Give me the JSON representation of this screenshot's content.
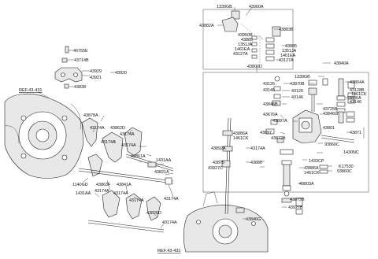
{
  "labels": {
    "l1339GB_a": "1339GB",
    "l43900A": "43900A",
    "l43882A": "43882A",
    "l43883B": "43883B",
    "l43950B": "43950B",
    "l43885_a": "43885",
    "l43885_b": "43885",
    "l1351JA_a": "1351JA",
    "l1351JA_b": "1351JA",
    "l1461EA_a": "1461EA",
    "l1461EA_b": "1461EA",
    "l43127A_a": "43127A",
    "l43127A_b": "43127A",
    "l43800D": "43800D",
    "l46755E": "46755E",
    "l43714B": "43714B",
    "l43929": "43929",
    "l43921": "43921",
    "l43920": "43920",
    "l43838": "43838",
    "l43840A": "43840A",
    "l1339GB_b": "1339GB",
    "l43804A": "43804A",
    "l43870B": "43870B",
    "l43126_a": "43126",
    "l43126_b": "43126",
    "l43146_a": "43146",
    "l43146_b": "43146",
    "l43146_c": "43146",
    "l43128B": "43128B",
    "l1461CK_a": "1461CK",
    "l43886A_a": "43886A",
    "l43725B": "43725B",
    "l43846G_a": "43846G",
    "l43846B": "43846B",
    "l43676A": "43676A",
    "l43897A": "43897A",
    "l43801": "43801",
    "l43871": "43871",
    "l43897": "43897",
    "l43886A_b": "43886A",
    "l1461CK_b": "1461CK",
    "l43872B": "43872B",
    "l93860C_a": "93860C",
    "l1430NC": "1430NC",
    "l43892A": "43892A",
    "l43174A_r": "43174A",
    "l43875": "43875",
    "l43880": "43880",
    "l1433CP": "1433CP",
    "l43927C": "43927C",
    "l43886A_c": "43886A",
    "l1461CK_c": "1461CK",
    "lK17530": "K17530",
    "l93860C_b": "93860C",
    "l43803A": "43803A",
    "l43873B": "43873B",
    "l43927B": "43927B",
    "l43846G_b": "43846G",
    "l43878A": "43878A",
    "l43174A_1": "43174A",
    "l43862D": "43862D",
    "l43174A_2": "43174A",
    "l43174A_3": "43174A",
    "l43174A_4": "43174A",
    "l43861A": "43861A",
    "l1431AA_a": "1431AA",
    "l43821A": "43821A",
    "l1140GD": "1140GD",
    "l43863F": "43863F",
    "l43841A": "43841A",
    "l1431AA_b": "1431AA",
    "l43174A_5": "43174A",
    "l43174A_6": "43174A",
    "l43174A_7": "43174A",
    "l43826D": "43826D",
    "l43174A_8": "43174A",
    "l43174A_9": "43174A",
    "lref1": "REF.43-431",
    "lref2": "REF.43-431"
  }
}
